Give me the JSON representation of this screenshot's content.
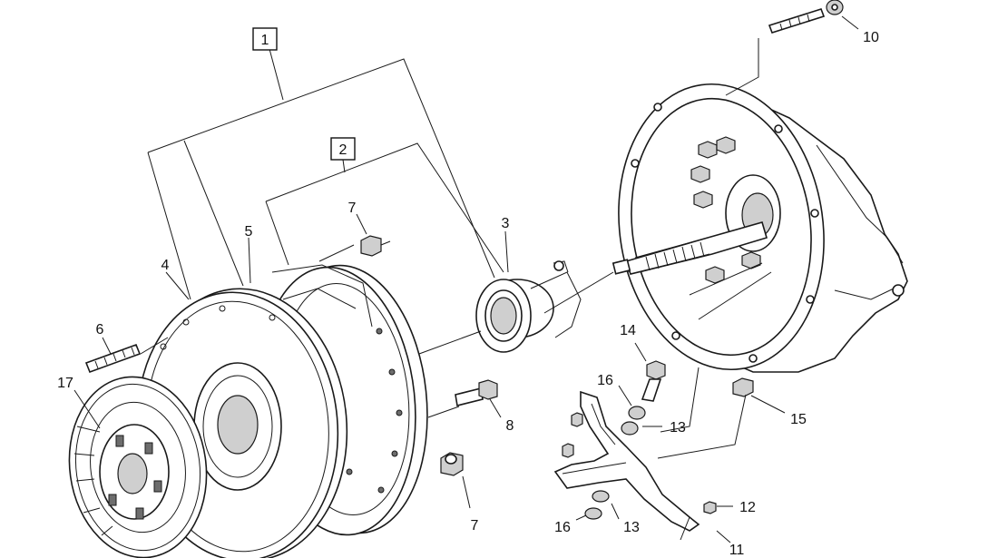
{
  "diagram": {
    "group_labels": [
      "1",
      "2"
    ],
    "part_labels": {
      "p3": "3",
      "p4": "4",
      "p5": "5",
      "p6": "6",
      "p7a": "7",
      "p7b": "7",
      "p8": "8",
      "p10": "10",
      "p11": "11",
      "p12": "12",
      "p13a": "13",
      "p13b": "13",
      "p14": "14",
      "p15": "15",
      "p16a": "16",
      "p16b": "16",
      "p17": "17"
    }
  }
}
